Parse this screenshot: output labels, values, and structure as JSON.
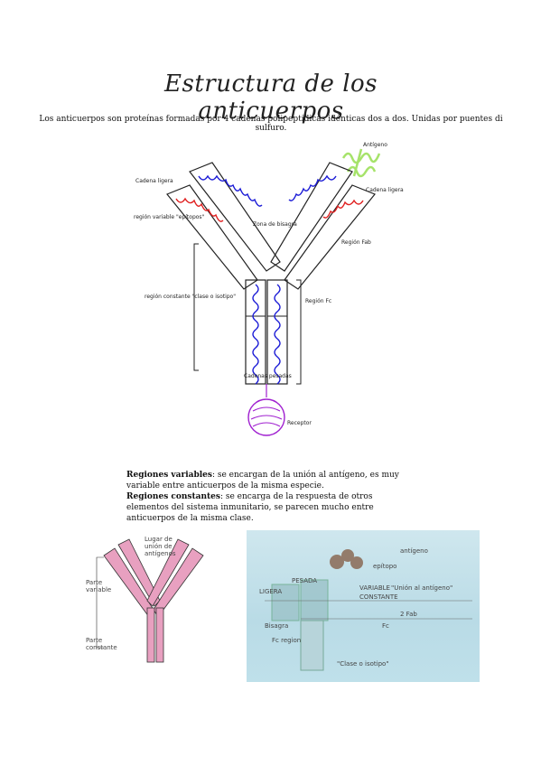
{
  "title": "Estructura de los anticuerpos",
  "intro": "Los anticuerpos son proteínas formadas por 4 cadenas polipeptidicas idénticas dos a dos. Unidas por puentes di sulfuro.",
  "main_diagram": {
    "antigeno": "Antígeno",
    "cadena_ligera_left": "Cadena ligera",
    "cadena_ligera_right": "Cadena ligera",
    "region_variable": "región variable \"epítopos\"",
    "zona_bisagra": "Zona de bisagra",
    "region_fab": "Región Fab",
    "region_constante": "región constante \"clase o isotipo\"",
    "region_fc": "Región Fc",
    "cadenas_pesadas": "Cadenas pesadas",
    "receptor": "Receptor"
  },
  "definitions": {
    "variable_term": "Regiones variables",
    "variable_text": ": se encargan de la unión al antígeno, es muy variable entre anticuerpos de la misma especie.",
    "constante_term": "Regiones constantes",
    "constante_text": ": se encarga de la respuesta de otros elementos del sistema inmunitario, se parecen mucho entre anticuerpos de la misma clase."
  },
  "left_diagram": {
    "lugar": "Lugar de",
    "union": "unión de",
    "antigenos": "antígenos",
    "parte_variable_1": "Parte",
    "parte_variable_2": "variable",
    "parte_constante_1": "Parte",
    "parte_constante_2": "constante"
  },
  "photo": {
    "antigeno": "antígeno",
    "epitopo": "epítopo",
    "pesada": "PESADA",
    "ligera": "LIGERA",
    "variable": "VARIABLE",
    "union_antigeno": "\"Unión al antígeno\"",
    "constante": "CONSTANTE",
    "fab": "2 Fab",
    "bisagra": "Bisagra",
    "fc": "Fc",
    "fc_region": "Fc region",
    "clase": "\"Clase o isotipo\""
  },
  "colors": {
    "heavy": "#1a1ad6",
    "light": "#e02020",
    "antigen": "#a6e36a",
    "receptor": "#a020d0",
    "pink": "#e8a0c0"
  }
}
